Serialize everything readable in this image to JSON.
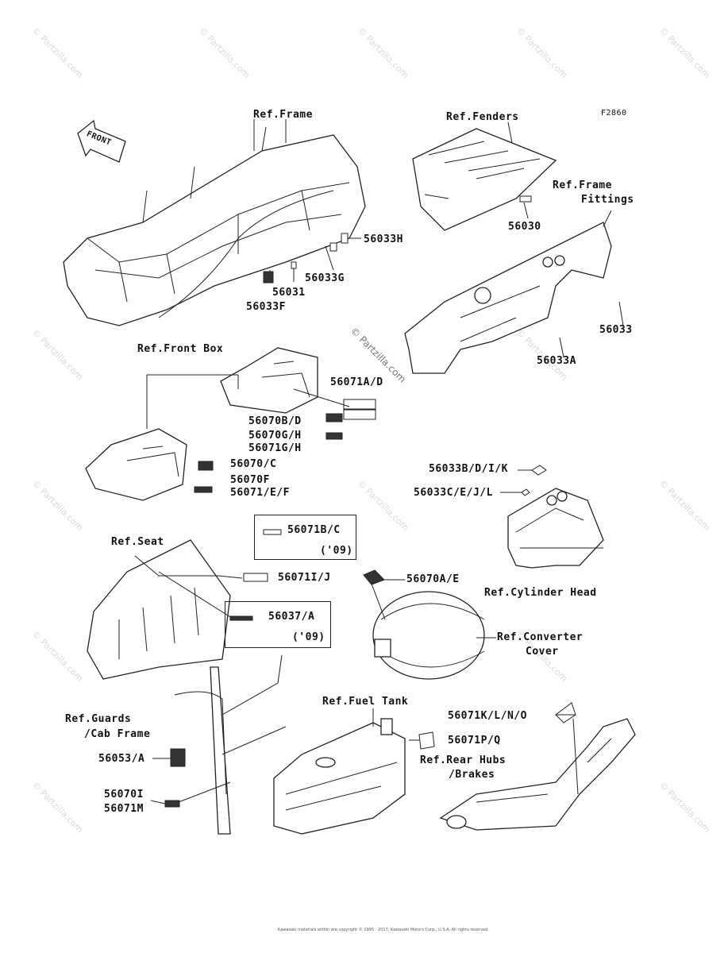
{
  "diagram": {
    "code": "F2860",
    "front_arrow": "FRONT",
    "refs": {
      "frame": "Ref.Frame",
      "fenders": "Ref.Fenders",
      "frame_fittings_1": "Ref.Frame",
      "frame_fittings_2": "Fittings",
      "front_box": "Ref.Front Box",
      "seat": "Ref.Seat",
      "cylinder_head": "Ref.Cylinder Head",
      "converter_1": "Ref.Converter",
      "converter_2": "Cover",
      "guards_1": "Ref.Guards",
      "guards_2": "/Cab Frame",
      "fuel_tank": "Ref.Fuel Tank",
      "rear_hubs_1": "Ref.Rear Hubs",
      "rear_hubs_2": "/Brakes"
    },
    "parts": {
      "p56033H": "56033H",
      "p56033G": "56033G",
      "p56031": "56031",
      "p56033F": "56033F",
      "p56030": "56030",
      "p56033": "56033",
      "p56033A": "56033A",
      "p56071AD": "56071A/D",
      "p56070BD": "56070B/D",
      "p56070GH": "56070G/H",
      "p56071GH": "56071G/H",
      "p56070C": "56070/C",
      "p56070F": "56070F",
      "p56071EF": "56071/E/F",
      "p56033BDIK": "56033B/D/I/K",
      "p56033CEJL": "56033C/E/J/L",
      "p56071BC": "56071B/C",
      "p09a": "('09)",
      "p56071IJ": "56071I/J",
      "p56070AE": "56070A/E",
      "p56037A": "56037/A",
      "p09b": "('09)",
      "p56071KLNO": "56071K/L/N/O",
      "p56071PQ": "56071P/Q",
      "p56053A": "56053/A",
      "p56070I": "56070I",
      "p56071M": "56071M"
    },
    "watermark": "© Partzilla.com",
    "footer": "Kawasaki materials within are copyright © 1995 - 2017, Kawasaki Motors Corp., U.S.A. All rights reserved."
  }
}
